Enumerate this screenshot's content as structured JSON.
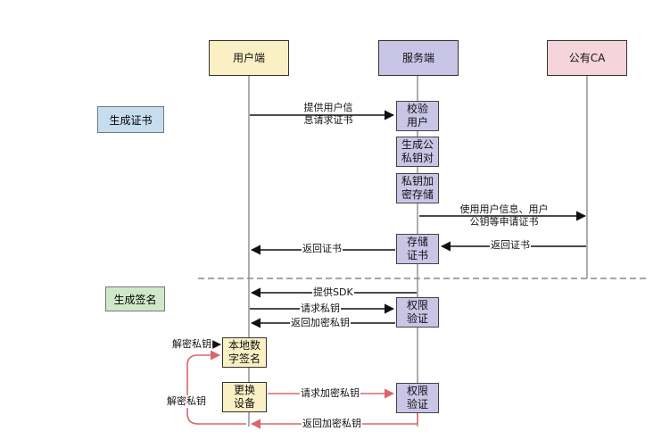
{
  "actors": {
    "user": "用户端",
    "server": "服务端",
    "ca": "公有CA"
  },
  "sections": {
    "generate_cert": "生成证书",
    "generate_sign": "生成签名"
  },
  "server_steps": {
    "verify_user": "校验\n用户",
    "gen_keypair": "生成公\n私钥对",
    "encrypt_store": "私钥加\n密存储",
    "store_cert": "存储\n证书",
    "auth_1": "权限\n验证",
    "auth_2": "权限\n验证"
  },
  "user_steps": {
    "local_sign": "本地数\n字签名",
    "change_device": "更换\n设备"
  },
  "messages": {
    "request_cert": "提供用户信\n息请求证书",
    "ca_request": "使用用户信息、用户\n公钥等申请证书",
    "ca_return": "返回证书",
    "return_cert": "返回证书",
    "provide_sdk": "提供SDK",
    "request_key": "请求私钥",
    "return_enc_key": "返回加密私钥",
    "decrypt_key_1": "解密私钥",
    "request_enc_key": "请求加密私钥",
    "return_enc_key_2": "返回加密私钥",
    "decrypt_key_2": "解密私钥"
  },
  "colors": {
    "user_actor": "#fbf0c4",
    "server_actor": "#c9c5e6",
    "ca_actor": "#f5d4dc",
    "section_cert": "#c6dcef",
    "section_sign": "#cfe8c8",
    "red_arrow": "#d9666b"
  }
}
